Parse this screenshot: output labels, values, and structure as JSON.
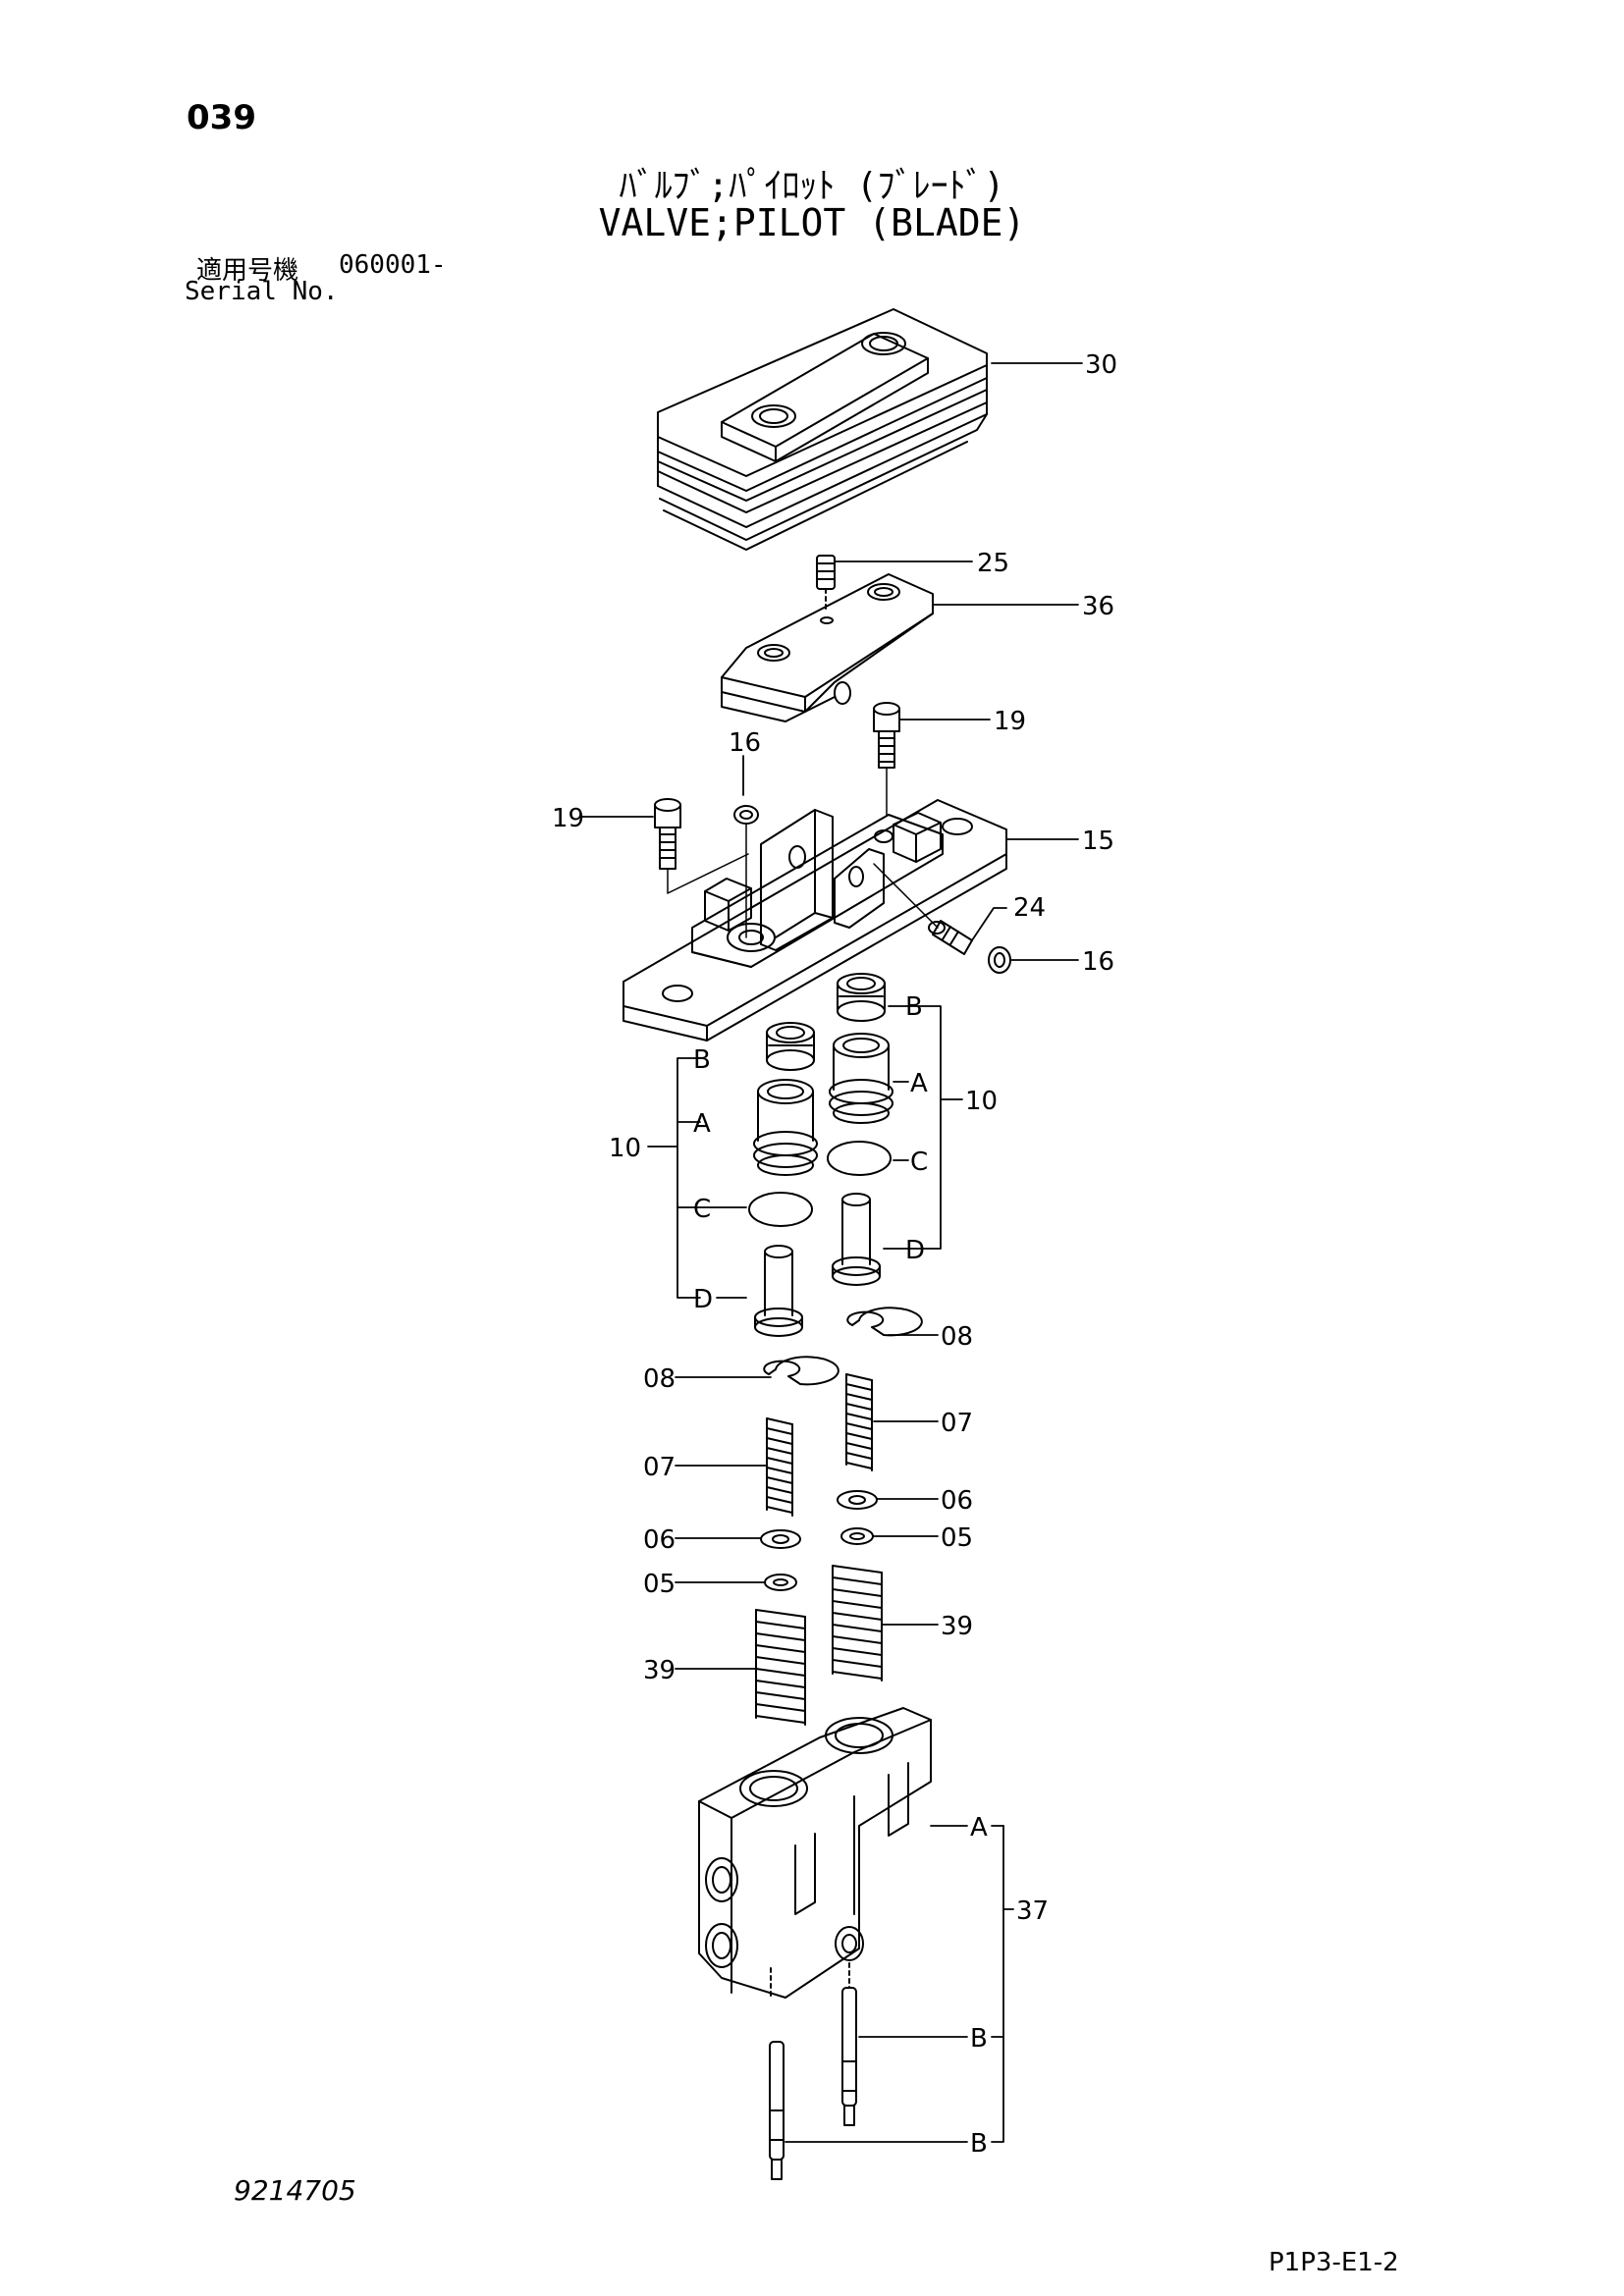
{
  "header": {
    "page_number": "039",
    "title_jp": "ﾊﾞﾙﾌﾞ;ﾊﾟｲﾛｯﾄ (ﾌﾞﾚｰﾄﾞ)",
    "title_en": "VALVE;PILOT (BLADE)",
    "serial_label_jp": "適用号機",
    "serial_value": "060001-",
    "serial_label_en": "Serial No."
  },
  "footer": {
    "drawing_number": "9214705",
    "page_code": "P1P3-E1-2"
  },
  "callouts": {
    "c30": "30",
    "c25": "25",
    "c36": "36",
    "c19a": "19",
    "c16a": "16",
    "c19b": "19",
    "c15": "15",
    "c24": "24",
    "c16b": "16",
    "c10r": "10",
    "c10l": "10",
    "rB": "B",
    "rA": "A",
    "rC": "C",
    "rD": "D",
    "lB": "B",
    "lA": "A",
    "lC": "C",
    "lD": "D",
    "c08r": "08",
    "c08l": "08",
    "c07r": "07",
    "c07l": "07",
    "c06r": "06",
    "c06l": "06",
    "c05r": "05",
    "c05l": "05",
    "c39r": "39",
    "c39l": "39",
    "c37": "37",
    "bA": "A",
    "bB1": "B",
    "bB2": "B"
  },
  "icons": {
    "boot": "rubber-boot-icon",
    "cam": "cam-plate-icon",
    "plate": "mounting-plate-icon",
    "body": "valve-body-icon"
  }
}
